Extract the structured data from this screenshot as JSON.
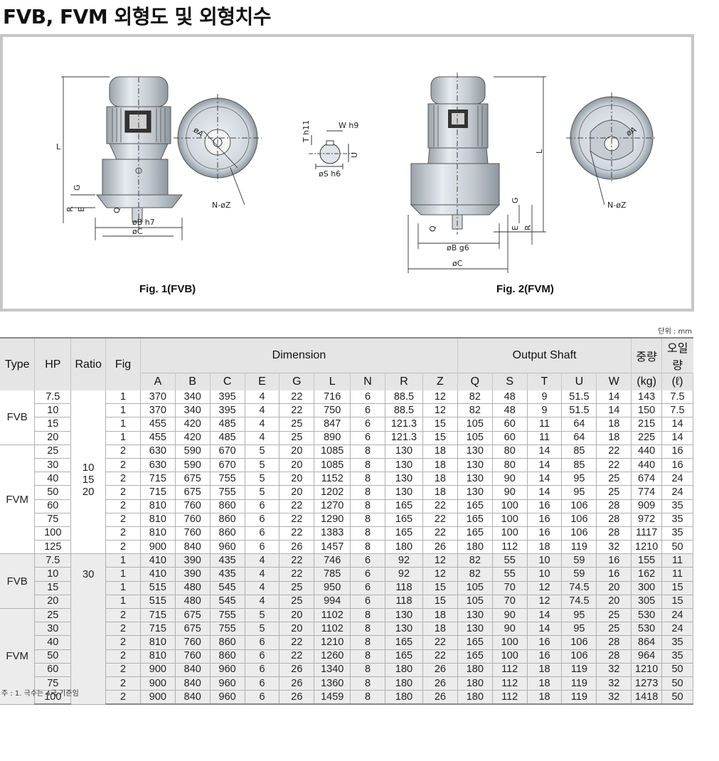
{
  "title": "FVB, FVM 외형도 및 외형치수",
  "figures": [
    {
      "caption": "Fig. 1(FVB)"
    },
    {
      "caption": "Fig. 2(FVM)"
    }
  ],
  "drawing_labels": {
    "L": "L",
    "G": "G",
    "R": "R",
    "E": "E",
    "Q": "Q",
    "phiB_h7": "øB h7",
    "phiC": "øC",
    "phiA": "øA",
    "NphiZ": "N-øZ",
    "Th11": "T h11",
    "Wh9": "W h9",
    "U": "U",
    "phiSh6": "øS h6",
    "phiB_g6": "øB g6"
  },
  "unit": "단위 : mm",
  "table": {
    "headers": {
      "type": "Type",
      "hp": "HP",
      "ratio": "Ratio",
      "fig": "Fig",
      "dimension": "Dimension",
      "output_shaft": "Output Shaft",
      "weight": "중량",
      "weight_unit": "(kg)",
      "oil": "오일량",
      "oil_unit": "(ℓ)",
      "dim_cols": [
        "A",
        "B",
        "C",
        "E",
        "G",
        "L",
        "N",
        "R",
        "Z"
      ],
      "shaft_cols": [
        "Q",
        "S",
        "T",
        "U",
        "W"
      ]
    },
    "groups": [
      {
        "type": "FVB",
        "rows": [
          [
            "7.5",
            "1",
            "370",
            "340",
            "395",
            "4",
            "22",
            "716",
            "6",
            "88.5",
            "12",
            "82",
            "48",
            "9",
            "51.5",
            "14",
            "143",
            "7.5"
          ],
          [
            "10",
            "1",
            "370",
            "340",
            "395",
            "4",
            "22",
            "750",
            "6",
            "88.5",
            "12",
            "82",
            "48",
            "9",
            "51.5",
            "14",
            "150",
            "7.5"
          ],
          [
            "15",
            "1",
            "455",
            "420",
            "485",
            "4",
            "25",
            "847",
            "6",
            "121.3",
            "15",
            "105",
            "60",
            "11",
            "64",
            "18",
            "215",
            "14"
          ],
          [
            "20",
            "1",
            "455",
            "420",
            "485",
            "4",
            "25",
            "890",
            "6",
            "121.3",
            "15",
            "105",
            "60",
            "11",
            "64",
            "18",
            "225",
            "14"
          ]
        ]
      },
      {
        "type": "FVM",
        "rows": [
          [
            "25",
            "2",
            "630",
            "590",
            "670",
            "5",
            "20",
            "1085",
            "8",
            "130",
            "18",
            "130",
            "80",
            "14",
            "85",
            "22",
            "440",
            "16"
          ],
          [
            "30",
            "2",
            "630",
            "590",
            "670",
            "5",
            "20",
            "1085",
            "8",
            "130",
            "18",
            "130",
            "80",
            "14",
            "85",
            "22",
            "440",
            "16"
          ],
          [
            "40",
            "2",
            "715",
            "675",
            "755",
            "5",
            "20",
            "1152",
            "8",
            "130",
            "18",
            "130",
            "90",
            "14",
            "95",
            "25",
            "674",
            "24"
          ],
          [
            "50",
            "2",
            "715",
            "675",
            "755",
            "5",
            "20",
            "1202",
            "8",
            "130",
            "18",
            "130",
            "90",
            "14",
            "95",
            "25",
            "774",
            "24"
          ],
          [
            "60",
            "2",
            "810",
            "760",
            "860",
            "6",
            "22",
            "1270",
            "8",
            "165",
            "22",
            "165",
            "100",
            "16",
            "106",
            "28",
            "909",
            "35"
          ],
          [
            "75",
            "2",
            "810",
            "760",
            "860",
            "6",
            "22",
            "1290",
            "8",
            "165",
            "22",
            "165",
            "100",
            "16",
            "106",
            "28",
            "972",
            "35"
          ],
          [
            "100",
            "2",
            "810",
            "760",
            "860",
            "6",
            "22",
            "1383",
            "8",
            "165",
            "22",
            "165",
            "100",
            "16",
            "106",
            "28",
            "1117",
            "35"
          ],
          [
            "125",
            "2",
            "900",
            "840",
            "960",
            "6",
            "26",
            "1457",
            "8",
            "180",
            "26",
            "180",
            "112",
            "18",
            "119",
            "32",
            "1210",
            "50"
          ]
        ]
      },
      {
        "type": "FVB",
        "rows": [
          [
            "7.5",
            "1",
            "410",
            "390",
            "435",
            "4",
            "22",
            "746",
            "6",
            "92",
            "12",
            "82",
            "55",
            "10",
            "59",
            "16",
            "155",
            "11"
          ],
          [
            "10",
            "1",
            "410",
            "390",
            "435",
            "4",
            "22",
            "785",
            "6",
            "92",
            "12",
            "82",
            "55",
            "10",
            "59",
            "16",
            "162",
            "11"
          ],
          [
            "15",
            "1",
            "515",
            "480",
            "545",
            "4",
            "25",
            "950",
            "6",
            "118",
            "15",
            "105",
            "70",
            "12",
            "74.5",
            "20",
            "300",
            "15"
          ],
          [
            "20",
            "1",
            "515",
            "480",
            "545",
            "4",
            "25",
            "994",
            "6",
            "118",
            "15",
            "105",
            "70",
            "12",
            "74.5",
            "20",
            "305",
            "15"
          ]
        ]
      },
      {
        "type": "FVM",
        "rows": [
          [
            "25",
            "2",
            "715",
            "675",
            "755",
            "5",
            "20",
            "1102",
            "8",
            "130",
            "18",
            "130",
            "90",
            "14",
            "95",
            "25",
            "530",
            "24"
          ],
          [
            "30",
            "2",
            "715",
            "675",
            "755",
            "5",
            "20",
            "1102",
            "8",
            "130",
            "18",
            "130",
            "90",
            "14",
            "95",
            "25",
            "530",
            "24"
          ],
          [
            "40",
            "2",
            "810",
            "760",
            "860",
            "6",
            "22",
            "1210",
            "8",
            "165",
            "22",
            "165",
            "100",
            "16",
            "106",
            "28",
            "864",
            "35"
          ],
          [
            "50",
            "2",
            "810",
            "760",
            "860",
            "6",
            "22",
            "1260",
            "8",
            "165",
            "22",
            "165",
            "100",
            "16",
            "106",
            "28",
            "964",
            "35"
          ],
          [
            "60",
            "2",
            "900",
            "840",
            "960",
            "6",
            "26",
            "1340",
            "8",
            "180",
            "26",
            "180",
            "112",
            "18",
            "119",
            "32",
            "1210",
            "50"
          ],
          [
            "75",
            "2",
            "900",
            "840",
            "960",
            "6",
            "26",
            "1360",
            "8",
            "180",
            "26",
            "180",
            "112",
            "18",
            "119",
            "32",
            "1273",
            "50"
          ],
          [
            "100",
            "2",
            "900",
            "840",
            "960",
            "6",
            "26",
            "1459",
            "8",
            "180",
            "26",
            "180",
            "112",
            "18",
            "119",
            "32",
            "1418",
            "50"
          ]
        ]
      }
    ],
    "ratio_blocks": [
      {
        "text": "10\n15\n20"
      },
      {
        "text": "30"
      }
    ]
  },
  "note": "주 : 1. 극수는 4극 기준임"
}
